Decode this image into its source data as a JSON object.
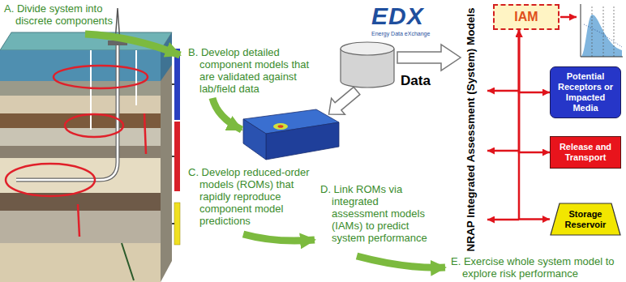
{
  "diagram": {
    "nodes": [
      {
        "text": [
          "IAM"
        ]
      },
      {
        "text": [
          "Potential Receptors or Impacted Media"
        ]
      },
      {
        "text": [
          "Release and Transport"
        ]
      },
      {
        "text": [
          "Storage Reservoir"
        ]
      }
    ],
    "edges": [
      {
        "from": 1,
        "to": 0,
        "arrow": "both"
      },
      {
        "from": 2,
        "to": 0,
        "arrow": "both"
      },
      {
        "from": 3,
        "to": 0,
        "arrow": "both"
      }
    ],
    "labels": [
      "A. Divide system into discrete components",
      "B. Develop detailed component models that are validated against lab/field data",
      "C. Develop reduced-order models (ROMs) that rapidly reproduce component model predictions",
      "D. Link ROMs via integrated assessment models (IAMs) to predict system performance",
      "E. Exercise whole system model to explore risk performance",
      "EDX",
      "Energy Data eXchange",
      "Data",
      "NRAP Integrated Assessment (System) Models"
    ]
  }
}
